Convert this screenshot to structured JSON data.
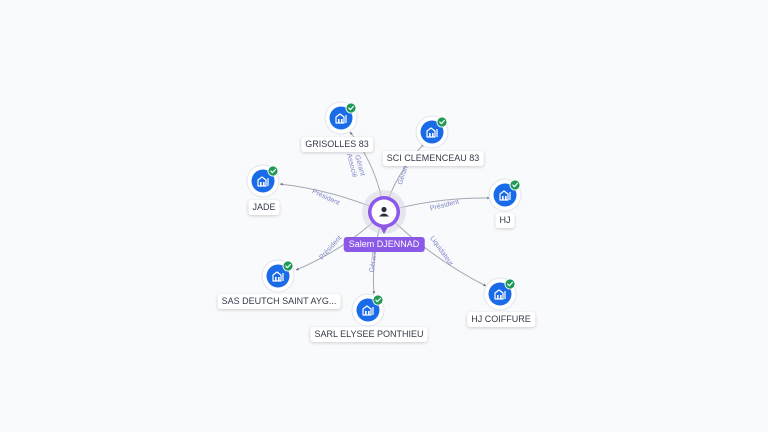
{
  "colors": {
    "company": "#1a6be8",
    "check": "#1e9a56",
    "person": "#8a59e8",
    "edge": "#a4a8b4",
    "edge_label": "#7f86c7"
  },
  "icons": {
    "company": "building-icon",
    "person": "user-icon",
    "check": "checkmark-icon"
  },
  "center": {
    "name": "Salem DJENNAD"
  },
  "nodes": [
    {
      "id": "grisolles",
      "name": "GRISOLLES 83",
      "relations": [
        "Gérant",
        "Associé"
      ]
    },
    {
      "id": "clemenceau",
      "name": "SCI CLEMENCEAU 83",
      "relations": [
        "Gérant"
      ]
    },
    {
      "id": "jade",
      "name": "JADE",
      "relations": [
        "Président"
      ]
    },
    {
      "id": "hj",
      "name": "HJ",
      "relations": [
        "Président"
      ]
    },
    {
      "id": "sasdeutch",
      "name": "SAS DEUTCH SAINT AYG...",
      "relations": [
        "Président"
      ]
    },
    {
      "id": "sarlelysee",
      "name": "SARL ELYSEE PONTHIEU",
      "relations": [
        "Gérant"
      ]
    },
    {
      "id": "hjcoiffure",
      "name": "HJ COIFFURE",
      "relations": [
        "Liquidateur"
      ]
    }
  ]
}
